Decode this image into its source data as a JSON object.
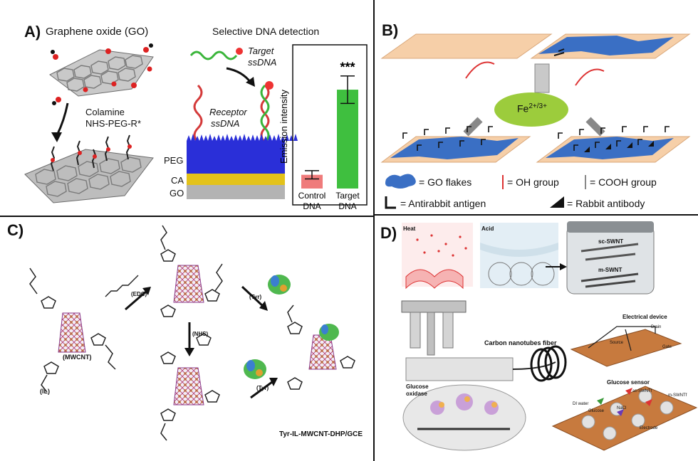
{
  "panelA": {
    "letter": "A)",
    "title": "Graphene oxide (GO)",
    "subtitle": "Selective DNA detection",
    "step1": "Colamine",
    "step2": "NHS-PEG-R*",
    "target1": "Target",
    "target2": "ssDNA",
    "receptor1": "Receptor",
    "receptor2": "ssDNA",
    "peg": "PEG",
    "ca": "CA",
    "go": "GO",
    "chart_data": {
      "type": "bar",
      "categories": [
        "Control DNA",
        "Target DNA"
      ],
      "category_lines": [
        [
          "Control",
          "DNA"
        ],
        [
          "Target",
          "DNA"
        ]
      ],
      "values": [
        0.1,
        0.72
      ],
      "errors": [
        0.03,
        0.1
      ],
      "ylabel": "Emission intensity",
      "ylim": [
        0,
        1
      ],
      "significance": "***",
      "colors": [
        "#ef7b7b",
        "#3fbf3f"
      ]
    }
  },
  "panelB": {
    "letter": "B)",
    "ion": "Fe",
    "ion_charge": "2+/3+",
    "legend": {
      "go_flakes": "= GO flakes",
      "oh": "= OH group",
      "cooh": "= COOH group",
      "antigen": "= Antirabbit antigen",
      "antibody": "= Rabbit antibody"
    }
  },
  "panelC": {
    "letter": "C)",
    "mwcnt": "(MWCNT)",
    "il": "(IL)",
    "edc": "(EDC)",
    "nhs": "(NHS)",
    "tyr1": "(Tyr)",
    "tyr2": "(Tyr)",
    "product": "Tyr-IL-MWCNT-DHP/GCE"
  },
  "panelD": {
    "letter": "D)",
    "heat": "Heat",
    "acid": "Acid",
    "sc_swnt": "sc-SWNT",
    "m_swnt": "m-SWNT",
    "fiber": "Carbon nanotubes fiber",
    "electrical": "Electrical device",
    "drain": "Drain",
    "source": "Source",
    "gate": "Gate",
    "glucose_oxidase1": "Glucose",
    "glucose_oxidase2": "oxidase",
    "glucose_sensor": "Glucose sensor",
    "di_water": "DI water",
    "glucose": "Glucose",
    "nacl": "NaCl",
    "sc_swntf": "sc-SWNTf",
    "m_swntf": "m-SWNTf",
    "electrode": "Electrode"
  },
  "colors": {
    "go_blue": "#3a6fc4",
    "peach": "#f6cfa8",
    "fe_green": "#9ccc3c",
    "board": "#c77a3e"
  }
}
